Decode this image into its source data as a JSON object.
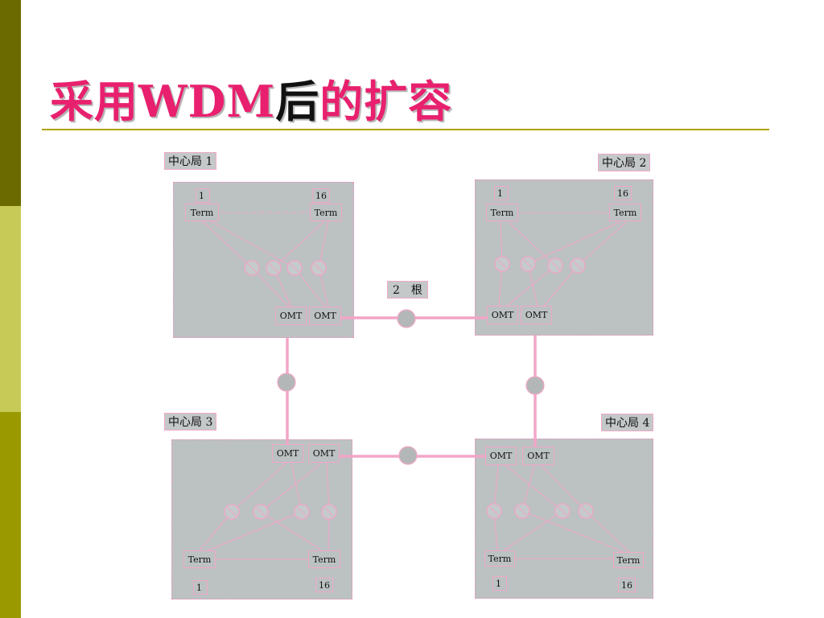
{
  "slide": {
    "title_part1": "采用WDM",
    "title_part2": "后",
    "title_part3": "的扩容",
    "fiber_count_label": "2　根"
  },
  "offices": [
    {
      "name": "中心局 1",
      "channel_first": "1",
      "channel_last": "16",
      "term_label": "Term",
      "omt_label": "OMT"
    },
    {
      "name": "中心局 2",
      "channel_first": "1",
      "channel_last": "16",
      "term_label": "Term",
      "omt_label": "OMT"
    },
    {
      "name": "中心局 3",
      "channel_first": "1",
      "channel_last": "16",
      "term_label": "Term",
      "omt_label": "OMT"
    },
    {
      "name": "中心局 4",
      "channel_first": "1",
      "channel_last": "16",
      "term_label": "Term",
      "omt_label": "OMT"
    }
  ],
  "colors": {
    "accent": "#e8206e",
    "line": "#f2a6c7",
    "office_fill": "#bcc1c2",
    "sidebar_dark": "#6b6a00",
    "sidebar_light": "#c8ca58",
    "sidebar_mid": "#9a9a00"
  }
}
